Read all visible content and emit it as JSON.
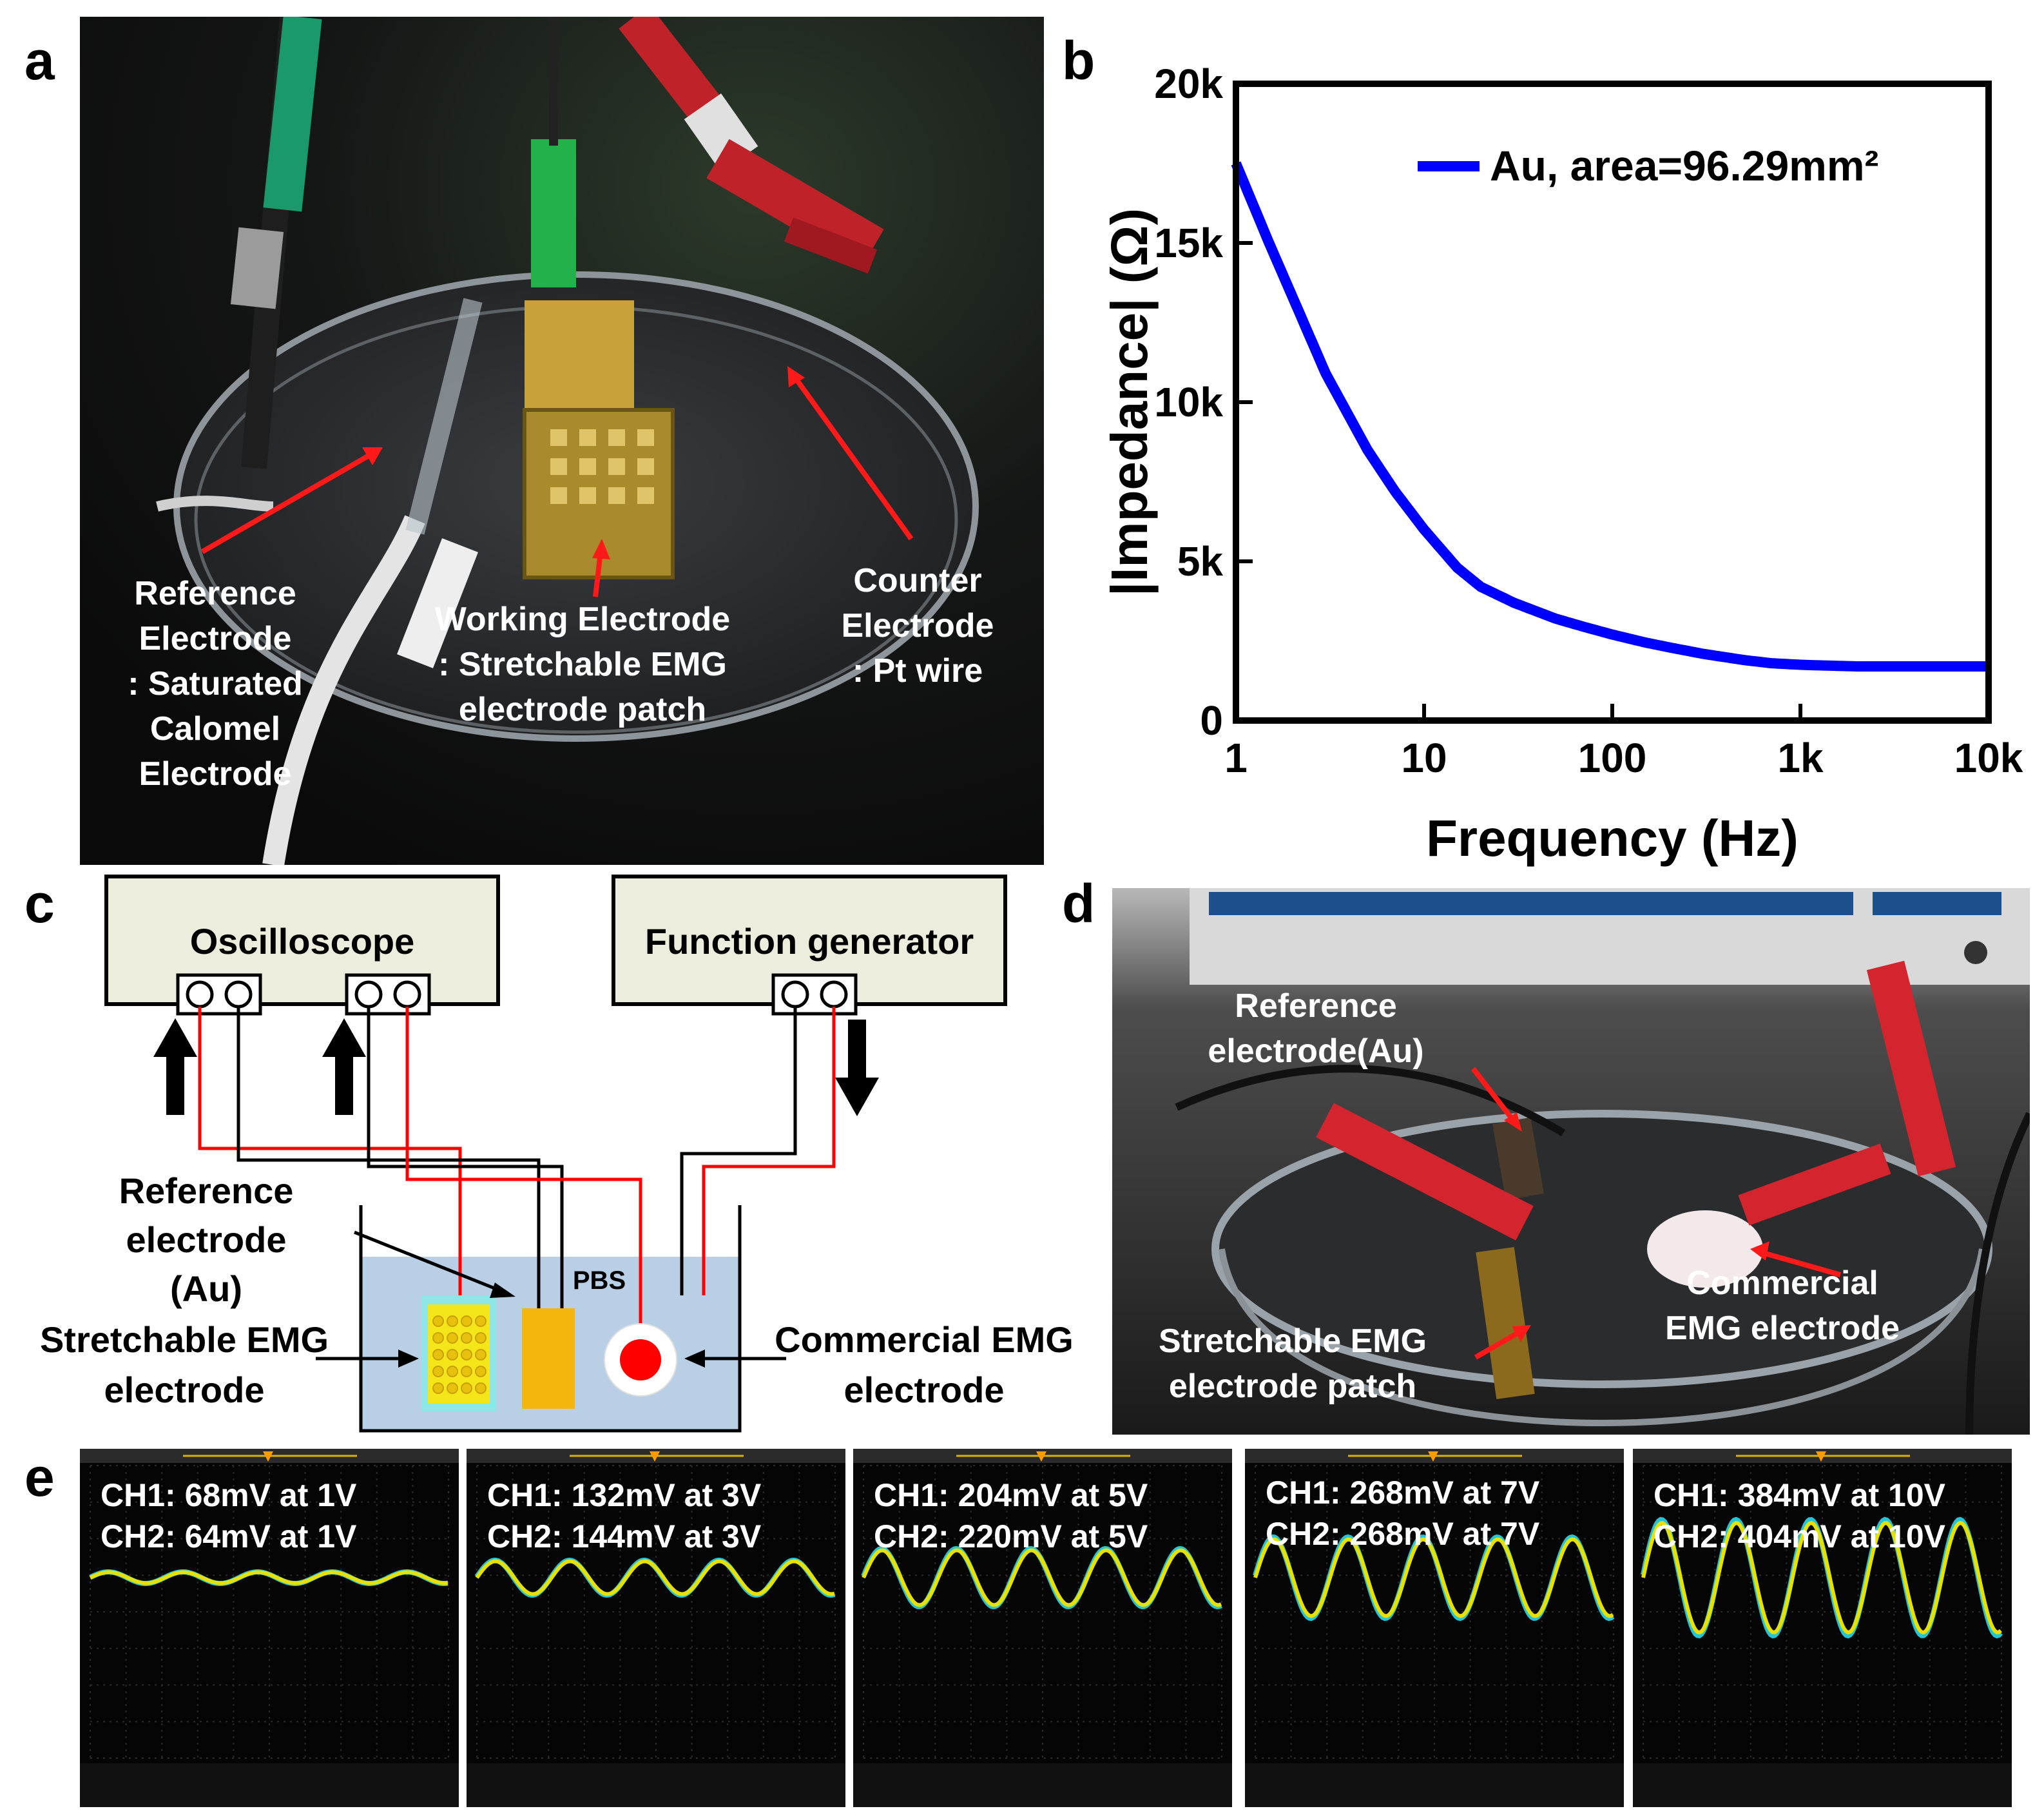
{
  "panels": {
    "a": "a",
    "b": "b",
    "c": "c",
    "d": "d",
    "e": "e"
  },
  "panel_a": {
    "reference_label": "Reference\nElectrode\n: Saturated\nCalomel\nElectrode",
    "working_label": "Working Electrode\n: Stretchable EMG\nelectrode patch",
    "counter_label": "Counter\nElectrode\n: Pt wire"
  },
  "chart_data": {
    "type": "line",
    "xlabel": "Frequency (Hz)",
    "ylabel": "|Impedance| (Ω)",
    "x_scale": "log",
    "xlim": [
      1,
      10000
    ],
    "ylim": [
      0,
      20000
    ],
    "xticks": [
      {
        "value": 1,
        "label": "1"
      },
      {
        "value": 10,
        "label": "10"
      },
      {
        "value": 100,
        "label": "100"
      },
      {
        "value": 1000,
        "label": "1k"
      },
      {
        "value": 10000,
        "label": "10k"
      }
    ],
    "yticks": [
      {
        "value": 0,
        "label": "0"
      },
      {
        "value": 5000,
        "label": "5k"
      },
      {
        "value": 10000,
        "label": "10k"
      },
      {
        "value": 15000,
        "label": "15k"
      },
      {
        "value": 20000,
        "label": "20k"
      }
    ],
    "legend_position": "top-right",
    "series": [
      {
        "name": "Au, area=96.29mm²",
        "color": "#0000ff",
        "x": [
          1,
          1.5,
          2,
          3,
          5,
          7,
          10,
          15,
          20,
          30,
          50,
          70,
          100,
          150,
          200,
          300,
          500,
          700,
          1000,
          2000,
          5000,
          10000
        ],
        "y": [
          17500,
          15000,
          13300,
          10900,
          8500,
          7200,
          6000,
          4800,
          4200,
          3700,
          3200,
          2950,
          2700,
          2450,
          2300,
          2100,
          1900,
          1800,
          1750,
          1700,
          1700,
          1700
        ]
      }
    ]
  },
  "panel_c": {
    "oscilloscope": "Oscilloscope",
    "function_generator": "Function generator",
    "pbs": "PBS",
    "reference": "Reference\nelectrode\n(Au)",
    "stretchable": "Stretchable EMG\nelectrode",
    "commercial": "Commercial EMG\nelectrode"
  },
  "panel_d": {
    "reference": "Reference\nelectrode(Au)",
    "commercial": "Commercial\nEMG electrode",
    "stretchable": "Stretchable EMG\nelectrode patch"
  },
  "panel_e": {
    "screens": [
      {
        "ch1": "CH1: 68mV at 1V",
        "ch2": "CH2: 64mV at 1V",
        "amplitude": 0.1
      },
      {
        "ch1": "CH1: 132mV at 3V",
        "ch2": "CH2: 144mV at 3V",
        "amplitude": 0.3
      },
      {
        "ch1": "CH1: 204mV at 5V",
        "ch2": "CH2: 220mV at 5V",
        "amplitude": 0.5
      },
      {
        "ch1": "CH1: 268mV at 7V",
        "ch2": "CH2: 268mV at 7V",
        "amplitude": 0.7
      },
      {
        "ch1": "CH1: 384mV at 10V",
        "ch2": "CH2: 404mV at 10V",
        "amplitude": 1.0
      }
    ]
  },
  "colors": {
    "trace_ch1": "#e8e000",
    "trace_ch2": "#22c6d8",
    "wire_red": "#ff0000",
    "wire_black": "#000000"
  }
}
